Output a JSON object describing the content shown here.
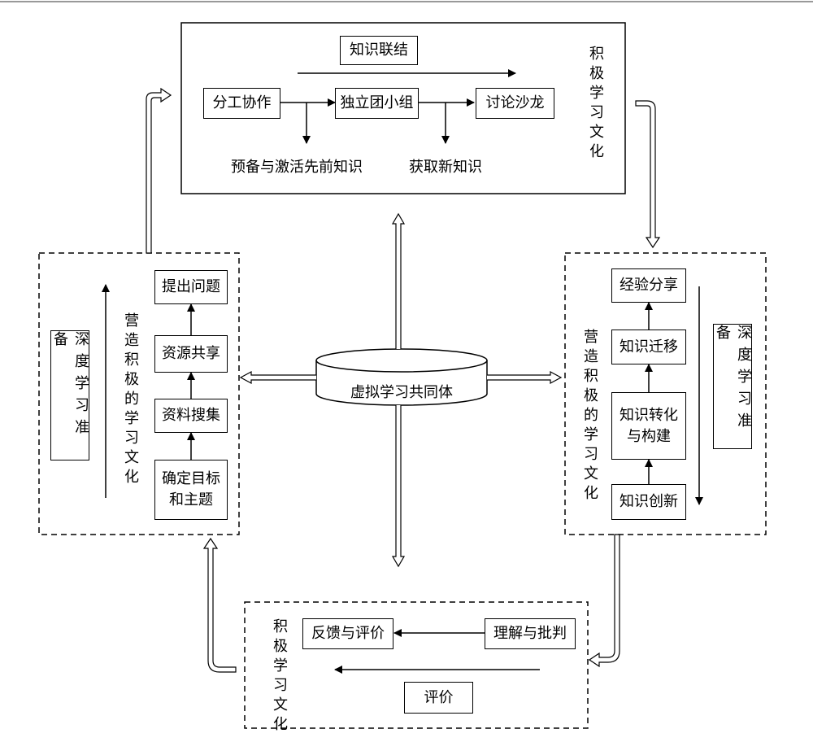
{
  "top_section": {
    "title": "知识联结",
    "steps": [
      "分工协作",
      "独立团小组",
      "讨论沙龙"
    ],
    "outcomes": [
      "预备与激活先前知识",
      "获取新知识"
    ],
    "side_label": "积极学习文化"
  },
  "center": {
    "label": "虚拟学习共同体"
  },
  "left_section": {
    "prep_label": "深度学习准备",
    "culture_label": "营造积极的学习文化",
    "steps": [
      "确定目标和主题",
      "资料搜集",
      "资源共享",
      "提出问题"
    ]
  },
  "right_section": {
    "prep_label": "深度学习准备",
    "culture_label": "营造积极的学习文化",
    "steps": [
      "知识创新",
      "知识转化与构建",
      "知识迁移",
      "经验分享"
    ]
  },
  "bottom_section": {
    "side_label": "积极学习文化",
    "steps": [
      "理解与批判",
      "反馈与评价"
    ],
    "eval_label": "评价"
  }
}
